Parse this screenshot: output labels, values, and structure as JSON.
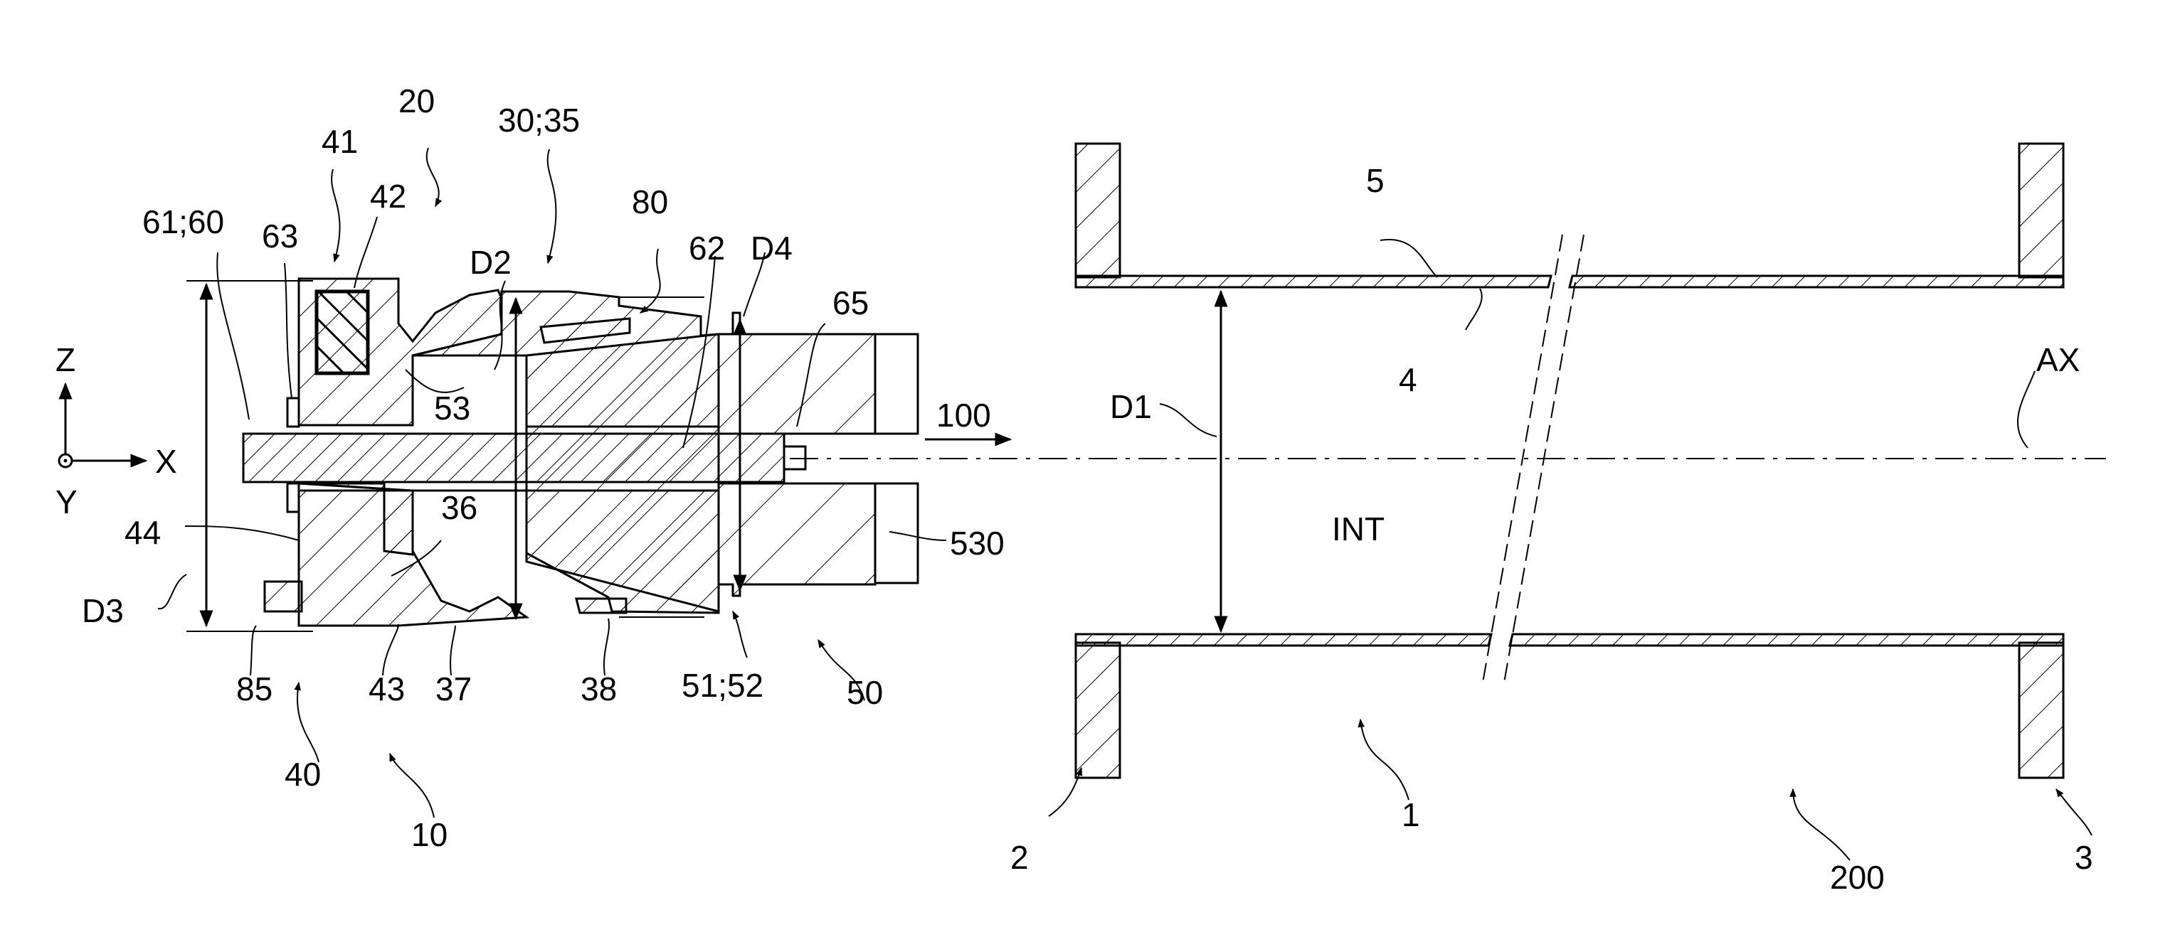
{
  "labels": {
    "l20": "20",
    "l41": "41",
    "l30_35": "30;35",
    "l42": "42",
    "l61_60": "61;60",
    "l63": "63",
    "l80": "80",
    "l62": "62",
    "lD4": "D4",
    "lD2": "D2",
    "l65": "65",
    "lZ": "Z",
    "lX": "X",
    "lY": "Y",
    "l53": "53",
    "l100": "100",
    "l36": "36",
    "l44": "44",
    "l530": "530",
    "lD3": "D3",
    "l85": "85",
    "l43": "43",
    "l37": "37",
    "l38": "38",
    "l51_52": "51;52",
    "l50": "50",
    "l40": "40",
    "l10": "10",
    "l5": "5",
    "l4": "4",
    "lD1": "D1",
    "lAX": "AX",
    "lINT": "INT",
    "l2": "2",
    "l1": "1",
    "l200": "200",
    "l3": "3"
  }
}
